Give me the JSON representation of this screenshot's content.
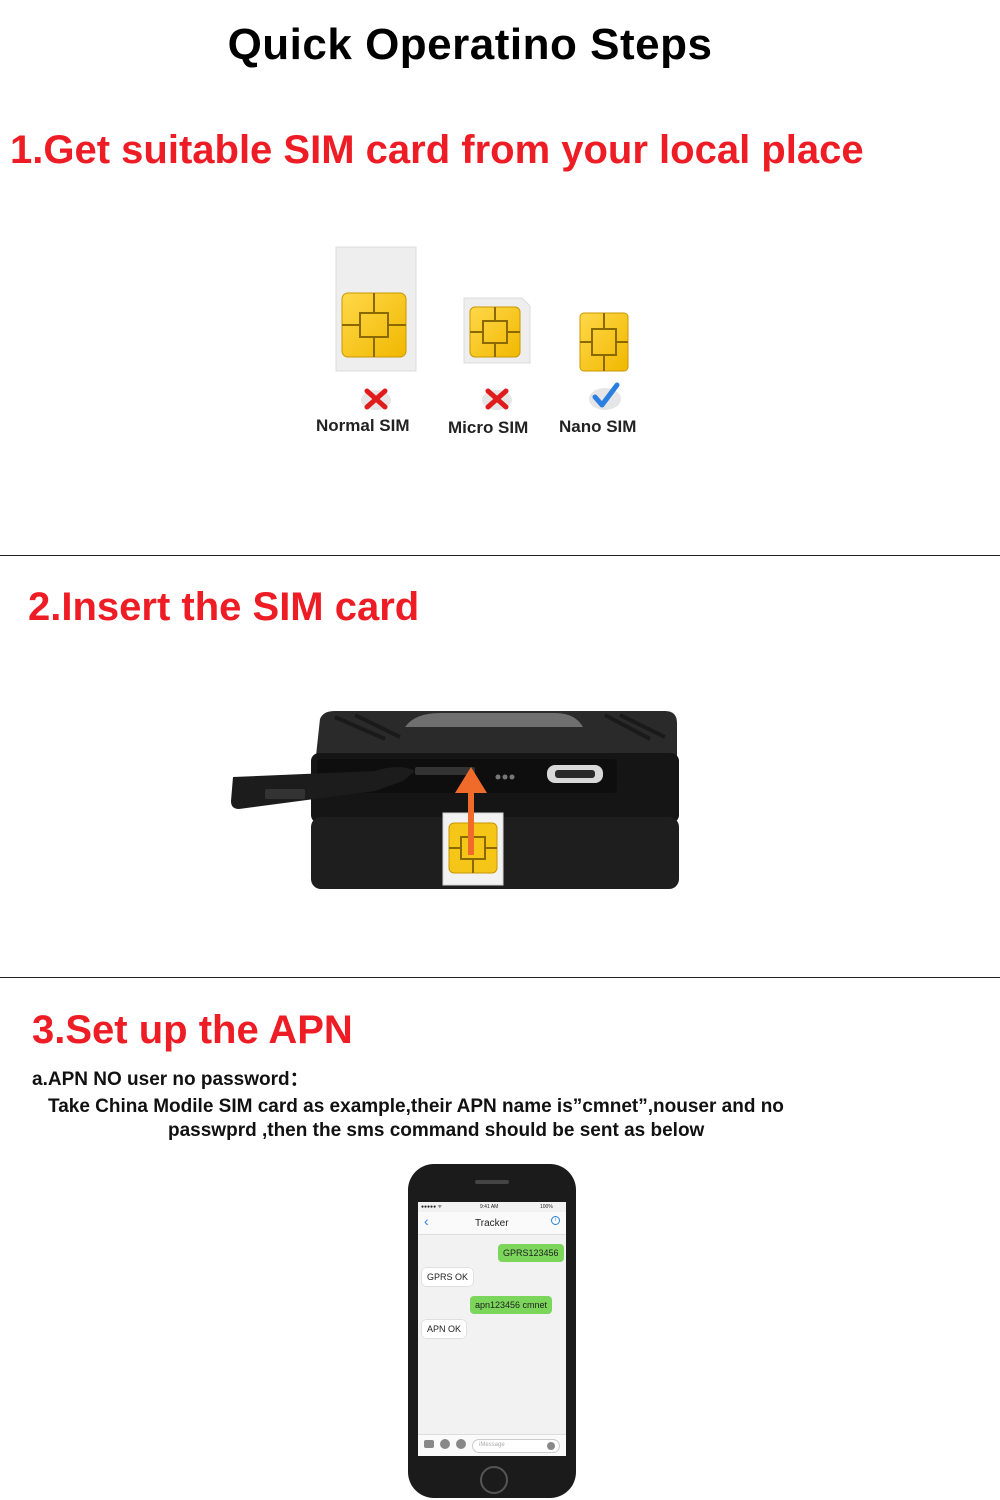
{
  "page_title": "Quick Operatino Steps",
  "step1": {
    "title": "1.Get suitable SIM card from your local place",
    "sims": [
      {
        "label": "Normal SIM",
        "status_icon": "cross-icon"
      },
      {
        "label": "Micro SIM",
        "status_icon": "cross-icon"
      },
      {
        "label": "Nano SIM",
        "status_icon": "check-icon"
      }
    ]
  },
  "step2": {
    "title": "2.Insert the SIM card"
  },
  "step3": {
    "title": "3.Set up the APN",
    "subtitle": "a.APN NO user no password：",
    "description_line1": "Take China Modile SIM card as example,their APN name is”cmnet”,nouser and no",
    "description_line2": "passwprd ,then the sms command should be sent as below",
    "phone": {
      "time": "9:41 AM",
      "battery": "100%",
      "contact": "Tracker",
      "input_placeholder": "iMessage",
      "messages": [
        {
          "direction": "out",
          "text": "GPRS123456"
        },
        {
          "direction": "in",
          "text": "GPRS OK"
        },
        {
          "direction": "out",
          "text": "apn123456 cmnet"
        },
        {
          "direction": "in",
          "text": "APN OK"
        }
      ]
    }
  },
  "colors": {
    "step_title": "#ee1c24",
    "sim_chip": "#f5c518",
    "arrow": "#f06a2a",
    "bubble_out": "#7bd65b"
  }
}
